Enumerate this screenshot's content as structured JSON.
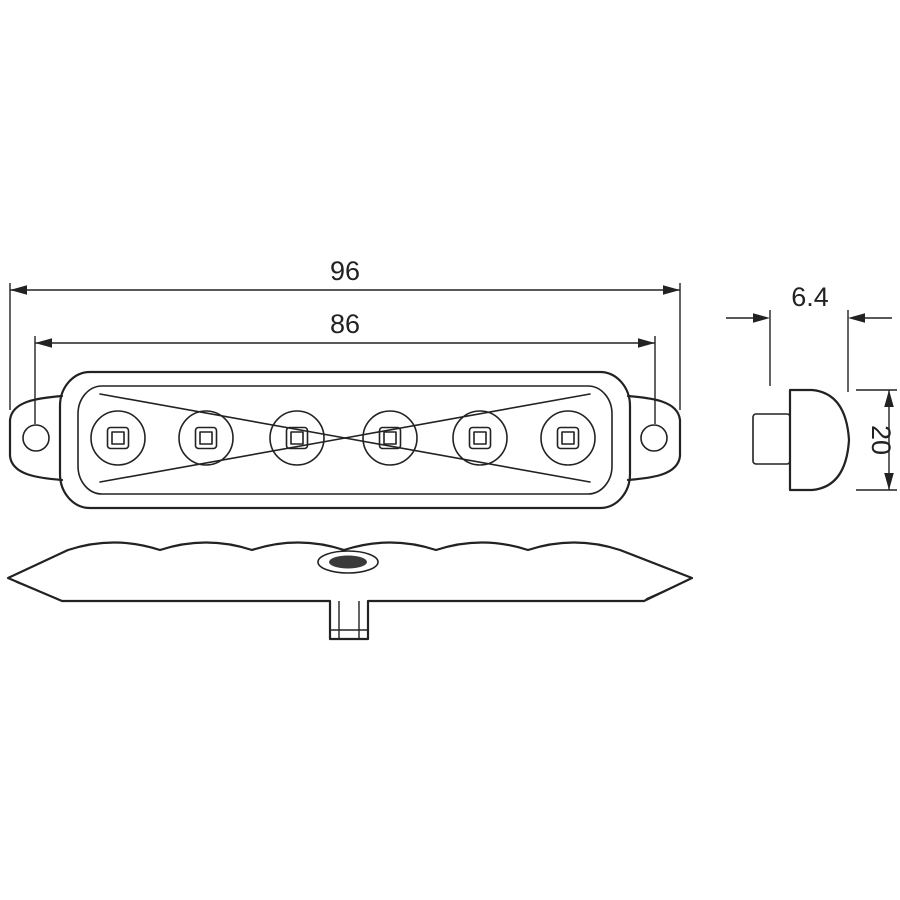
{
  "page": {
    "background": "#ffffff",
    "line_color": "#222222"
  },
  "drawing": {
    "type": "technical-dimension-drawing",
    "subject": "LED side marker lamp, front / side / bottom views",
    "led_count": 6,
    "dimension_labels": {
      "overall_length_mm": "96",
      "mounting_hole_pitch_mm": "86",
      "depth_mm": "6.4",
      "height_mm": "20"
    }
  }
}
